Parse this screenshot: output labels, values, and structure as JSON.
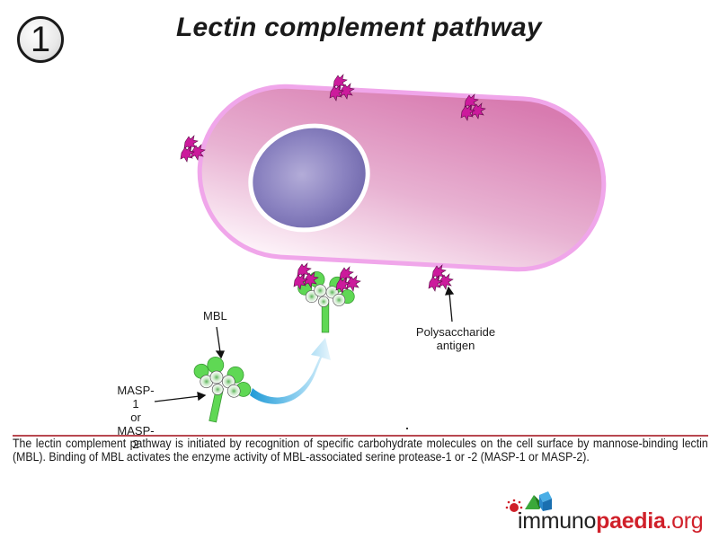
{
  "step_badge": {
    "number": "1"
  },
  "title": "Lectin complement pathway",
  "diagram": {
    "labels": {
      "mbl": "MBL",
      "masp_line1": "MASP-1",
      "masp_line2": "or",
      "masp_line3": "MASP-2",
      "antigen_line1": "Polysaccharide",
      "antigen_line2": "antigen"
    },
    "colors": {
      "cell_membrane": "#ee9ee6",
      "cell_fill_top": "#d97fb2",
      "cell_fill_bottom": "#fbeef6",
      "nucleus": "#7b73b4",
      "antigen": "#cc1a9c",
      "mbl_green": "#5fd854",
      "arrow_blue": "#2aa6db"
    }
  },
  "caption": "The lectin complement pathway is initiated by recognition of specific carbohydrate molecules on the cell surface by mannose-binding lectin (MBL). Binding of MBL activates the enzyme activity of MBL-associated serine protease-1 or -2 (MASP-1 or MASP-2).",
  "logo": {
    "part1": "immuno",
    "part2": "paedia",
    "part3": ".org"
  }
}
